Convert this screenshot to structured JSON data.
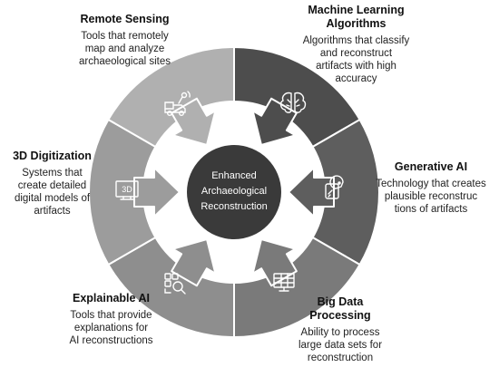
{
  "center": {
    "lines": [
      "Enhanced",
      "Archaeological",
      "Reconstruction"
    ]
  },
  "segments": [
    {
      "title": "Machine Learning Algorithms",
      "title_lines": [
        "Machine Learning",
        "Algorithms"
      ],
      "description_lines": [
        "Algorithms that classify",
        "and reconstruct",
        "artifacts with high",
        "accuracy"
      ],
      "icon": "brain-icon",
      "color": "#4d4d4d"
    },
    {
      "title": "Generative AI",
      "title_lines": [
        "Generative AI"
      ],
      "description_lines": [
        "Technology that creates",
        "plausible reconstruc",
        "tions of artifacts"
      ],
      "icon": "palette-tablet-icon",
      "color": "#5e5e5e"
    },
    {
      "title": "Big Data Processing",
      "title_lines": [
        "Big Data",
        "Processing"
      ],
      "description_lines": [
        "Ability to process",
        "large data sets for",
        "reconstruction"
      ],
      "icon": "data-monitor-icon",
      "color": "#7a7a7a"
    },
    {
      "title": "Explainable AI",
      "title_lines": [
        "Explainable AI"
      ],
      "description_lines": [
        "Tools that provide",
        "explanations for",
        "AI reconstructions"
      ],
      "icon": "grid-search-icon",
      "color": "#8e8e8e"
    },
    {
      "title": "3D Digitization",
      "title_lines": [
        "3D Digitization"
      ],
      "description_lines": [
        "Systems that",
        "create detailed",
        "digital models of",
        "artifacts"
      ],
      "icon": "3d-monitor-icon",
      "color": "#9c9c9c"
    },
    {
      "title": "Remote Sensing",
      "title_lines": [
        "Remote Sensing"
      ],
      "description_lines": [
        "Tools that remotely",
        "map and analyze",
        "archaeological sites"
      ],
      "icon": "truck-sensor-icon",
      "color": "#b0b0b0"
    }
  ]
}
